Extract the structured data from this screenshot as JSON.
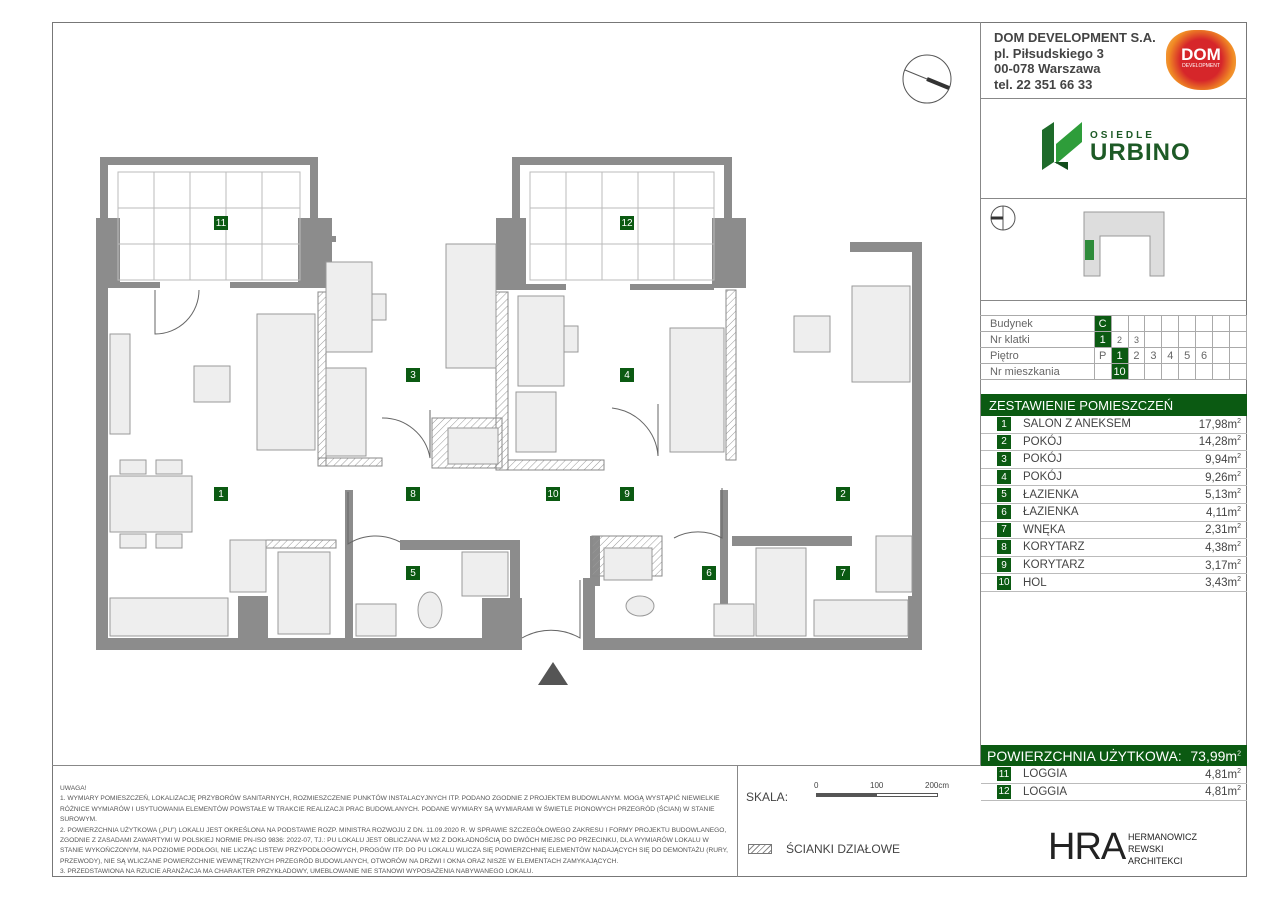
{
  "company": {
    "name": "DOM DEVELOPMENT S.A.",
    "street": "pl. Piłsudskiego 3",
    "city": "00-078 Warszawa",
    "phone": "tel. 22 351 66 33",
    "logo_text": "DOM",
    "logo_sub": "DEVELOPMENT"
  },
  "project": {
    "line1": "OSIEDLE",
    "line2": "URBINO"
  },
  "info": {
    "budynek_label": "Budynek",
    "budynek": "C",
    "klatka_label": "Nr klatki",
    "klatki": [
      "1",
      "2",
      "3"
    ],
    "pietro_label": "Piętro",
    "pietra": [
      "P",
      "1",
      "2",
      "3",
      "4",
      "5",
      "6"
    ],
    "mieszkanie_label": "Nr mieszkania",
    "mieszkanie": "10"
  },
  "rooms_title": "ZESTAWIENIE POMIESZCZEŃ",
  "rooms": [
    {
      "n": "1",
      "name": "SALON Z ANEKSEM",
      "area": "17,98m"
    },
    {
      "n": "2",
      "name": "POKÓJ",
      "area": "14,28m"
    },
    {
      "n": "3",
      "name": "POKÓJ",
      "area": "9,94m"
    },
    {
      "n": "4",
      "name": "POKÓJ",
      "area": "9,26m"
    },
    {
      "n": "5",
      "name": "ŁAZIENKA",
      "area": "5,13m"
    },
    {
      "n": "6",
      "name": "ŁAZIENKA",
      "area": "4,11m"
    },
    {
      "n": "7",
      "name": "WNĘKA",
      "area": "2,31m"
    },
    {
      "n": "8",
      "name": "KORYTARZ",
      "area": "4,38m"
    },
    {
      "n": "9",
      "name": "KORYTARZ",
      "area": "3,17m"
    },
    {
      "n": "10",
      "name": "HOL",
      "area": "3,43m"
    }
  ],
  "total": {
    "label": "POWIERZCHNIA UŻYTKOWA:",
    "value": "73,99m"
  },
  "loggias": [
    {
      "n": "11",
      "name": "LOGGIA",
      "area": "4,81m"
    },
    {
      "n": "12",
      "name": "LOGGIA",
      "area": "4,81m"
    }
  ],
  "notes": {
    "title": "UWAGA!",
    "lines": [
      "1. WYMIARY POMIESZCZEŃ, LOKALIZACJĘ PRZYBORÓW SANITARNYCH, ROZMIESZCZENIE PUNKTÓW INSTALACYJNYCH ITP. PODANO ZGODNIE Z PROJEKTEM BUDOWLANYM. MOGĄ WYSTĄPIĆ NIEWIELKIE RÓŻNICE WYMIARÓW I USYTUOWANIA ELEMENTÓW POWSTAŁE W TRAKCIE REALIZACJI PRAC BUDOWLANYCH. PODANE WYMIARY SĄ WYMIARAMI W ŚWIETLE PIONOWYCH PRZEGRÓD (ŚCIAN) W STANIE SUROWYM.",
      "2. POWIERZCHNIA UŻYTKOWA („PU”) LOKALU JEST OKREŚLONA NA PODSTAWIE ROZP. MINISTRA ROZWOJU Z DN. 11.09.2020 R. W SPRAWIE SZCZEGÓŁOWEGO ZAKRESU I FORMY PROJEKTU BUDOWLANEGO, ZGODNIE Z ZASADAMI ZAWARTYMI W POLSKIEJ NORMIE PN-ISO 9836: 2022-07, TJ.: PU LOKALU JEST OBLICZANA W M2 Z DOKŁADNOŚCIĄ DO DWÓCH MIEJSC PO PRZECINKU, DLA WYMIARÓW LOKALU W STANIE WYKOŃCZONYM, NA POZIOMIE PODŁOGI, NIE LICZĄC LISTEW PRZYPODŁOGOWYCH, PROGÓW ITP. DO PU LOKALU WLICZA SIĘ POWIERZCHNIĘ ELEMENTÓW NADAJĄCYCH SIĘ DO DEMONTAŻU (RURY, PRZEWODY), NIE SĄ WLICZANE POWIERZCHNIE WEWNĘTRZNYCH PRZEGRÓD BUDOWLANYCH, OTWORÓW NA DRZWI I OKNA ORAZ NISZE W ELEMENTACH ZAMYKAJĄCYCH.",
      "3. PRZEDSTAWIONA NA RZUCIE ARANŻACJA MA CHARAKTER PRZYKŁADOWY, UMEBLOWANIE NIE STANOWI WYPOSAŻENIA NABYWANEGO LOKALU."
    ]
  },
  "scale": {
    "label": "SKALA:",
    "ticks": [
      "0",
      "100",
      "200cm"
    ]
  },
  "legend": {
    "walls": "ŚCIANKI DZIAŁOWE"
  },
  "architect": {
    "logo": "HRA",
    "l1": "HERMANOWICZ",
    "l2": "REWSKI",
    "l3": "ARCHITEKCI"
  }
}
